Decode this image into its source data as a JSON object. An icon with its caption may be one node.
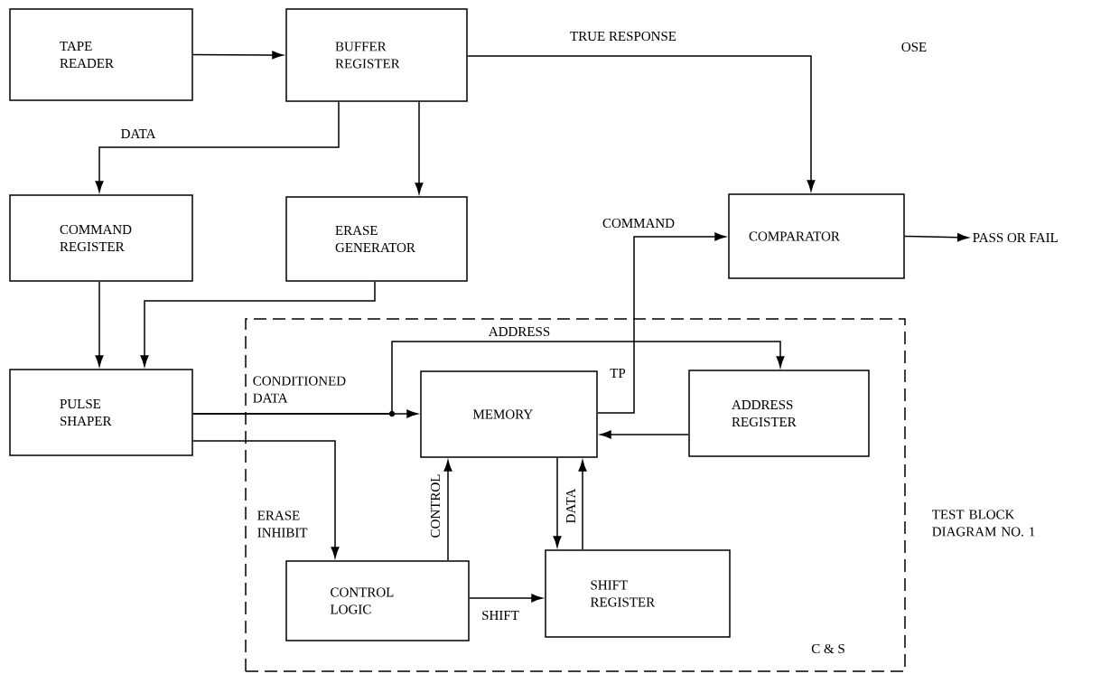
{
  "diagram": {
    "nodes": [
      {
        "text": [
          "TAPE READER"
        ]
      },
      {
        "text": [
          "BUFFER REGISTER"
        ]
      },
      {
        "text": [
          "COMMAND REGISTER"
        ]
      },
      {
        "text": [
          "ERASE GENERATOR"
        ]
      },
      {
        "text": [
          "COMPARATOR"
        ]
      },
      {
        "text": [
          "PASS OR FAIL"
        ]
      },
      {
        "text": [
          "C & S"
        ]
      },
      {
        "text": [
          "PULSE SHAPER"
        ]
      },
      {
        "text": [
          "MEMORY"
        ],
        "in": 6
      },
      {
        "text": [
          "ADDRESS REGISTER"
        ],
        "in": 6
      },
      {
        "text": [
          "CONTROL LOGIC"
        ],
        "in": 6
      },
      {
        "text": [
          "SHIFT REGISTER"
        ],
        "in": 6
      }
    ],
    "edges": [
      {
        "from": 0,
        "to": 1,
        "arrow": "to"
      },
      {
        "from": 1,
        "to": 2,
        "arrow": "to",
        "label": "DATA"
      },
      {
        "from": 1,
        "to": 3,
        "arrow": "to"
      },
      {
        "from": 1,
        "to": 4,
        "arrow": "to",
        "label": "TRUE RESPONSE"
      },
      {
        "from": 3,
        "to": 7,
        "arrow": "to"
      },
      {
        "from": 2,
        "to": 7,
        "arrow": "to"
      },
      {
        "from": 7,
        "to": 8,
        "arrow": "to",
        "label": "CONDITIONED DATA"
      },
      {
        "from": 7,
        "to": 10,
        "arrow": "to",
        "label": "ERASE INHIBIT"
      },
      {
        "from": 8,
        "to": 4,
        "arrow": "to",
        "label": "COMMAND"
      },
      {
        "from": 7,
        "to": 9,
        "arrow": "to",
        "label": "ADDRESS"
      },
      {
        "from": 9,
        "to": 8,
        "arrow": "to"
      },
      {
        "from": 10,
        "to": 8,
        "arrow": "to",
        "label": "CONTROL"
      },
      {
        "from": 10,
        "to": 11,
        "arrow": "to",
        "label": "SHIFT"
      },
      {
        "from": 8,
        "to": 11,
        "arrow": "to",
        "label": "DATA"
      },
      {
        "from": 11,
        "to": 8,
        "arrow": "to"
      },
      {
        "from": 4,
        "to": 5,
        "arrow": "to"
      }
    ],
    "labels": [
      "OSE",
      "TP",
      "TEST BLOCK DIAGRAM NO. 1"
    ]
  }
}
